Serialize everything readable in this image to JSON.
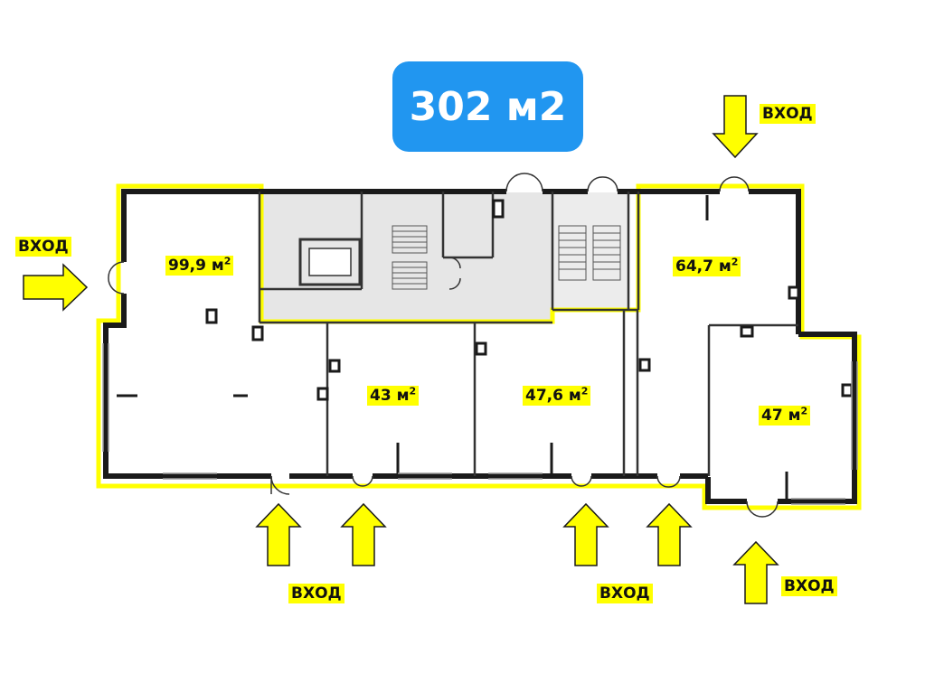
{
  "total_area": {
    "label": "302 м2",
    "color": "#2196f0"
  },
  "highlight_color": "#ffff00",
  "units": [
    {
      "area": "99,9 м",
      "sup": "2"
    },
    {
      "area": "43 м",
      "sup": "2"
    },
    {
      "area": "47,6 м",
      "sup": "2"
    },
    {
      "area": "64,7 м",
      "sup": "2"
    },
    {
      "area": "47 м",
      "sup": "2"
    }
  ],
  "entrances": {
    "left": "ВХОД",
    "top_right": "ВХОД",
    "bottom_left": "ВХОД",
    "bottom_middle": "ВХОД",
    "bottom_right": "ВХОД"
  },
  "icons": {
    "arrow": "yellow-arrow-icon",
    "door": "door-swing-icon"
  }
}
